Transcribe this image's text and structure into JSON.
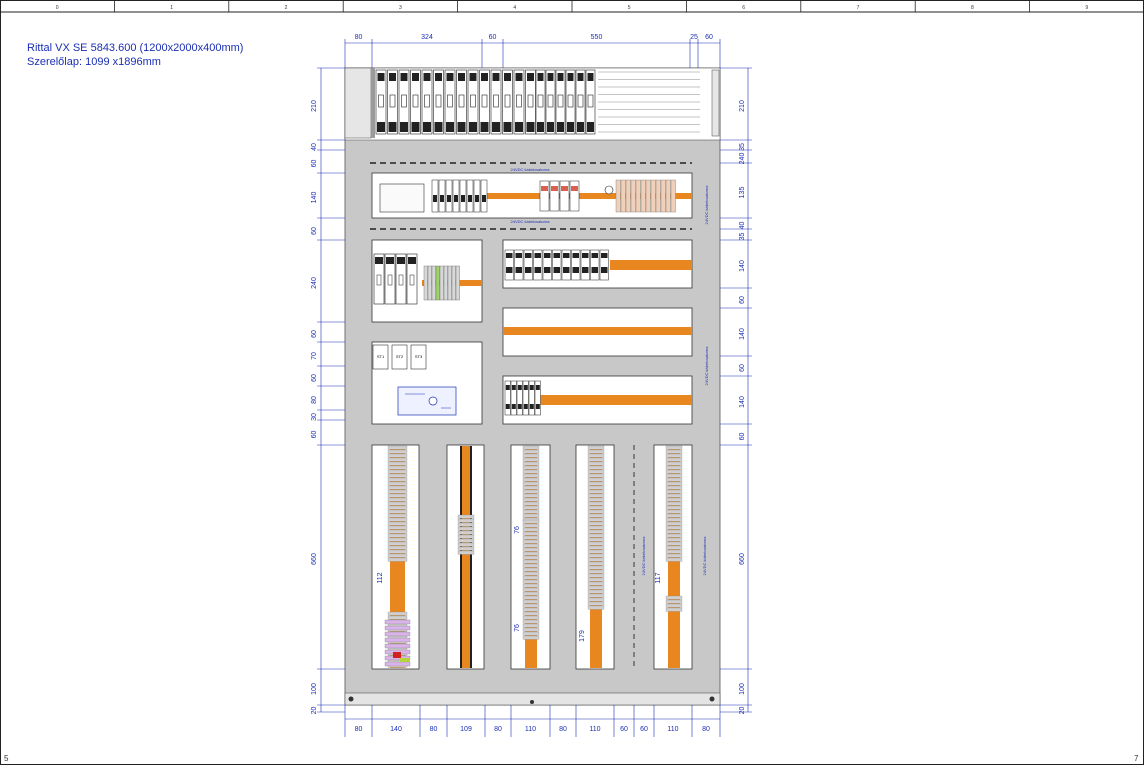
{
  "header": {
    "line1": "Rittal VX SE 5843.600 (1200x2000x400mm)",
    "line2": "Szerelőlap: 1099 x1896mm"
  },
  "ruler": [
    "0",
    "1",
    "2",
    "3",
    "4",
    "5",
    "6",
    "7",
    "8",
    "9"
  ],
  "corners": {
    "bottom_left": "5",
    "bottom_right": "7"
  },
  "dims": {
    "top": [
      "80",
      "324",
      "60",
      "550",
      "25",
      "60"
    ],
    "bottom": [
      "80",
      "140",
      "80",
      "109",
      "80",
      "110",
      "80",
      "110",
      "60",
      "60",
      "110",
      "80"
    ],
    "left": [
      "210",
      "40",
      "60",
      "140",
      "60",
      "240",
      "60",
      "70",
      "60",
      "80",
      "30",
      "60",
      "660",
      "100",
      "20"
    ],
    "right": [
      "210",
      "35",
      "240",
      "135",
      "40",
      "35",
      "140",
      "60",
      "140",
      "60",
      "140",
      "60",
      "660",
      "100",
      "20"
    ],
    "inner": [
      "112",
      "76",
      "76",
      "179",
      "117"
    ]
  },
  "labels": {
    "duct_24v": "24VDC kábelcsatorna",
    "duct_vertical": "24VDC kábelcsatorna",
    "st1": "ST1",
    "st2": "ST2",
    "st3": "ST3"
  },
  "colors": {
    "accent": "#1b2fb5",
    "plate": "#c8c8c8",
    "duct": "#e8861f"
  }
}
